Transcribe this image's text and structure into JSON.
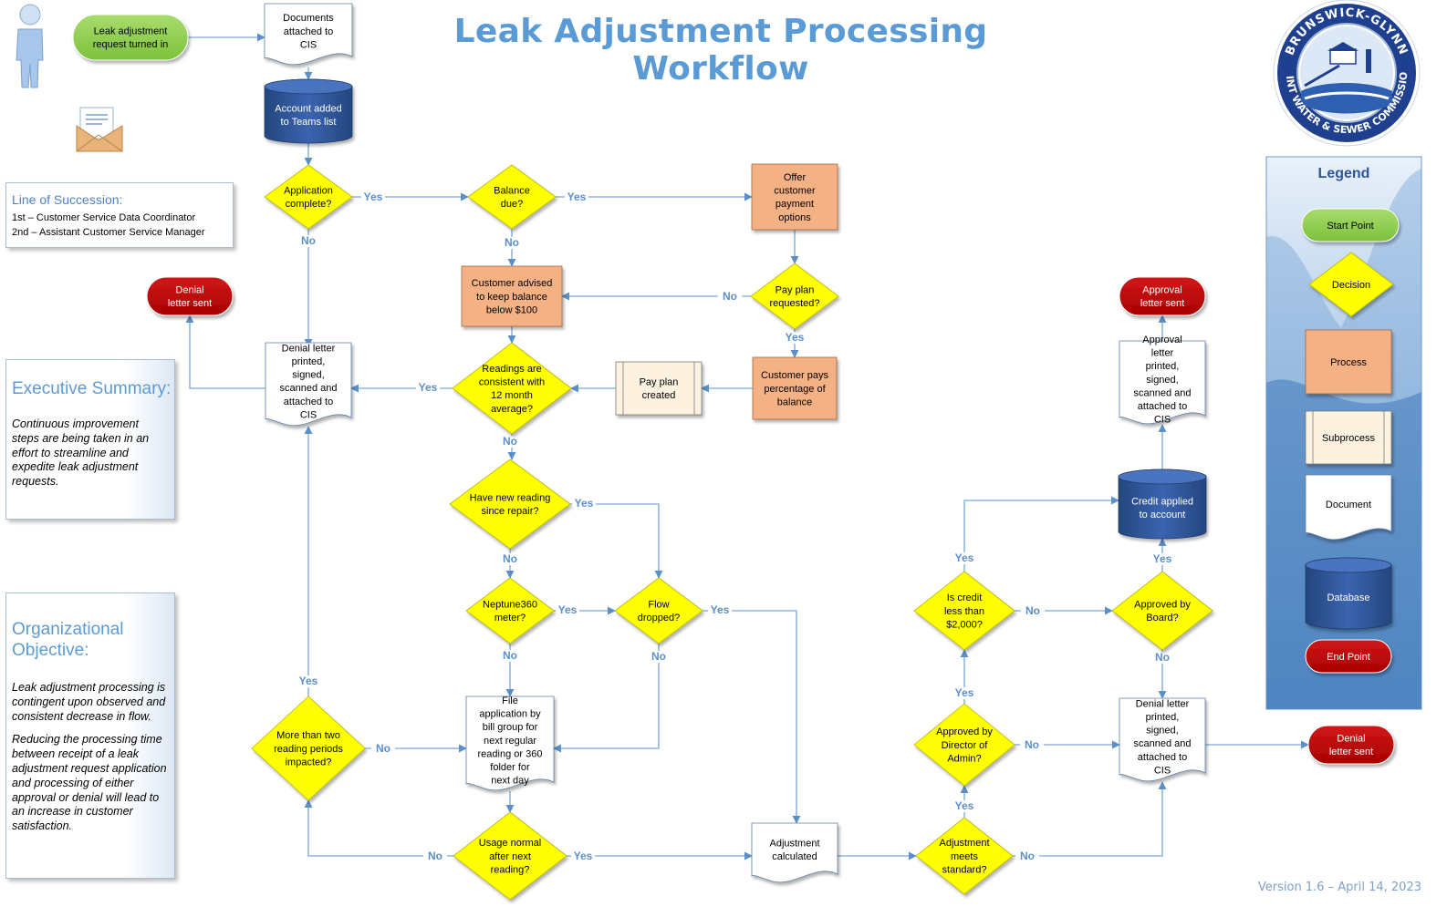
{
  "title": "Leak Adjustment Processing Workflow",
  "version": "Version 1.6 – April 14, 2023",
  "logo": {
    "text_top": "BRUNSWICK-GLYNN",
    "text_bottom": "JOINT WATER & SEWER COMMISSION"
  },
  "line_of_succession": {
    "heading": "Line of Succession:",
    "first": "1st – Customer Service Data Coordinator",
    "second": "2nd – Assistant Customer Service Manager"
  },
  "executive_summary": {
    "heading": "Executive Summary:",
    "body": "Continuous improvement steps are being taken in an effort to streamline and expedite leak adjustment requests."
  },
  "organizational_objective": {
    "heading": "Organizational Objective:",
    "body1": "Leak adjustment processing is contingent upon observed and consistent decrease in flow.",
    "body2": "Reducing the processing time between receipt of a leak adjustment request application and processing of either approval or denial will lead to an increase in customer satisfaction."
  },
  "legend": {
    "title": "Legend",
    "start": "Start Point",
    "decision": "Decision",
    "process": "Process",
    "subprocess": "Subprocess",
    "document": "Document",
    "database": "Database",
    "end": "End Point"
  },
  "nodes": {
    "start": "Leak adjustment request turned in",
    "docs_attached": "Documents attached to CIS",
    "account_added": "Account added to Teams list",
    "app_complete": "Application complete?",
    "balance_due": "Balance due?",
    "offer_options": "Offer customer payment options",
    "pay_plan_req": "Pay plan requested?",
    "advised": "Customer advised to keep balance below $100",
    "customer_pays": "Customer pays percentage of balance",
    "pay_plan_created": "Pay plan created",
    "readings_consistent": "Readings are consistent with 12 month average?",
    "denial_doc1": "Denial letter printed, signed, scanned and attached to CIS",
    "denial_end1": "Denial letter sent",
    "new_reading": "Have new reading since repair?",
    "neptune": "Neptune360 meter?",
    "flow_dropped": "Flow dropped?",
    "file_application": "File application by bill group for next regular reading or 360 folder for next day",
    "more_than_two": "More than two reading periods impacted?",
    "usage_normal": "Usage normal after next reading?",
    "adj_calculated": "Adjustment calculated",
    "adj_meets": "Adjustment meets standard?",
    "approved_director": "Approved by Director of Admin?",
    "credit_less": "Is credit less than $2,000?",
    "approved_board": "Approved by Board?",
    "credit_applied": "Credit applied to account",
    "approval_doc": "Approval letter printed, signed, scanned and attached to CIS",
    "approval_end": "Approval letter sent",
    "denial_doc2": "Denial letter printed, signed, scanned and attached to CIS",
    "denial_end2": "Denial letter sent"
  },
  "labels": {
    "yes": "Yes",
    "no": "No"
  },
  "colors": {
    "title": "#5b9bd5",
    "connector": "#7aa6d6",
    "label": "#5b8fc7",
    "start_fill": "#92d050",
    "end_fill": "#c00000",
    "decision_fill": "#ffff00",
    "process_fill": "#f4b183",
    "subprocess_fill": "#fdf2e0",
    "database_fill": "#2f5597",
    "document_fill": "#ffffff"
  }
}
